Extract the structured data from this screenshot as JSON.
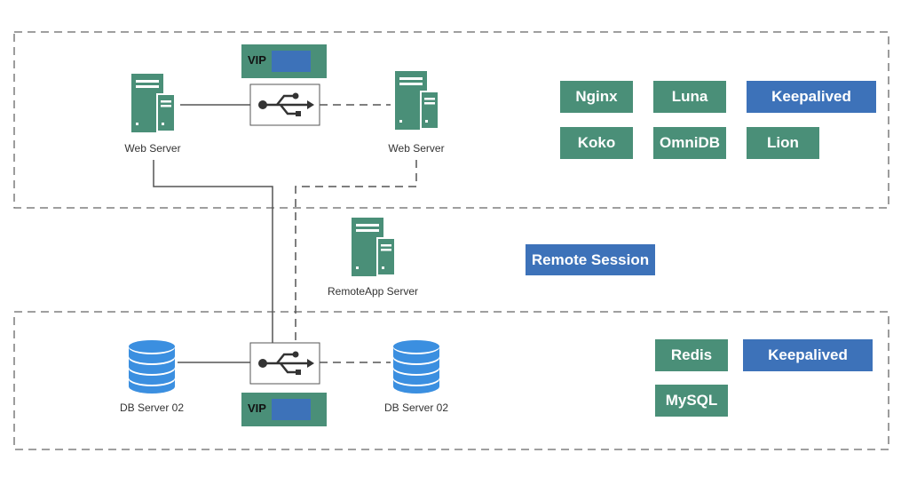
{
  "web_tier": {
    "vip_label": "VIP",
    "server_left_label": "Web Server",
    "server_right_label": "Web Server",
    "services": [
      {
        "label": "Nginx",
        "color": "#4a8f78"
      },
      {
        "label": "Luna",
        "color": "#4a8f78"
      },
      {
        "label": "Keepalived",
        "color": "#3d72b9"
      },
      {
        "label": "Koko",
        "color": "#4a8f78"
      },
      {
        "label": "OmniDB",
        "color": "#4a8f78"
      },
      {
        "label": "Lion",
        "color": "#4a8f78"
      }
    ]
  },
  "remote": {
    "server_label": "RemoteApp Server",
    "tag_label": "Remote Session",
    "tag_color": "#3d72b9"
  },
  "db_tier": {
    "vip_label": "VIP",
    "server_left_label": "DB Server 02",
    "server_right_label": "DB Server 02",
    "services": [
      {
        "label": "Redis",
        "color": "#4a8f78"
      },
      {
        "label": "Keepalived",
        "color": "#3d72b9"
      },
      {
        "label": "MySQL",
        "color": "#4a8f78"
      }
    ]
  },
  "colors": {
    "server_green": "#4a8f78",
    "db_blue": "#3b8fe0",
    "border_dash": "#666666"
  }
}
